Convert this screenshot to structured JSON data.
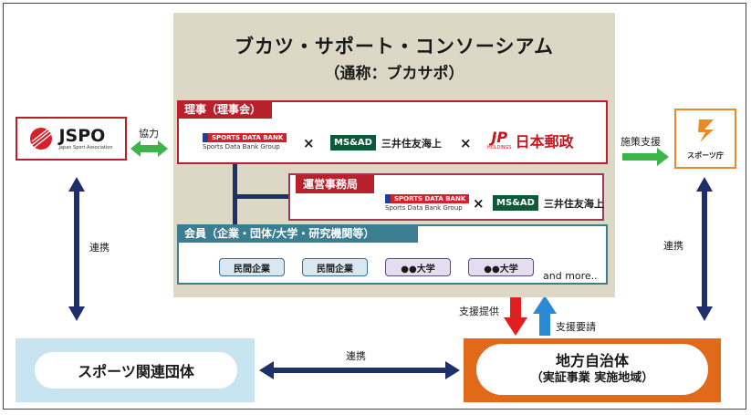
{
  "consortium": {
    "title": "ブカツ・サポート・コンソーシアム",
    "subtitle": "（通称：ブカサポ）"
  },
  "board": {
    "label": "理事（理事会）",
    "sdb_logo_text": "SPORTS DATA BANK",
    "sdb_group_text": "Sports Data Bank Group",
    "times": "×",
    "msad_logo": "MS&AD",
    "msad_name": "三井住友海上",
    "jp_mark": "JP",
    "jp_holdings": "HOLDINGS",
    "jp_name": "日本郵政"
  },
  "secretariat": {
    "label": "運営事務局",
    "sdb_logo_text": "SPORTS DATA BANK",
    "sdb_group_text": "Sports Data Bank Group",
    "times": "×",
    "msad_logo": "MS&AD",
    "msad_name": "三井住友海上"
  },
  "members": {
    "label": "会員（企業・団体/大学・研究機関等）",
    "items": [
      "民間企業",
      "民間企業",
      "●●大学",
      "●●大学"
    ],
    "more": "and more.."
  },
  "jspo": {
    "name": "JSPO",
    "sub": "Japan Sport Association"
  },
  "sports_agency": {
    "name": "スポーツ庁"
  },
  "sports_org": {
    "name": "スポーツ関連団体"
  },
  "local_gov": {
    "name": "地方自治体",
    "sub": "（実証事業 実施地域）"
  },
  "links": {
    "cooperation": "協力",
    "policy_support": "施策支援",
    "renkei_left": "連携",
    "renkei_right": "連携",
    "renkei_bottom": "連携",
    "support_provide": "支援提供",
    "support_request": "支援要請"
  },
  "colors": {
    "consortium_bg": "#ddd8c6",
    "board_red": "#b8202c",
    "member_teal": "#3b7e91",
    "green_arrow": "#3cb44a",
    "navy_arrow": "#1e2f6a",
    "red_arrow": "#e02020",
    "blue_arrow": "#2a8ad6",
    "local_orange": "#e06a1a",
    "org_lightblue": "#c8e4f0"
  }
}
